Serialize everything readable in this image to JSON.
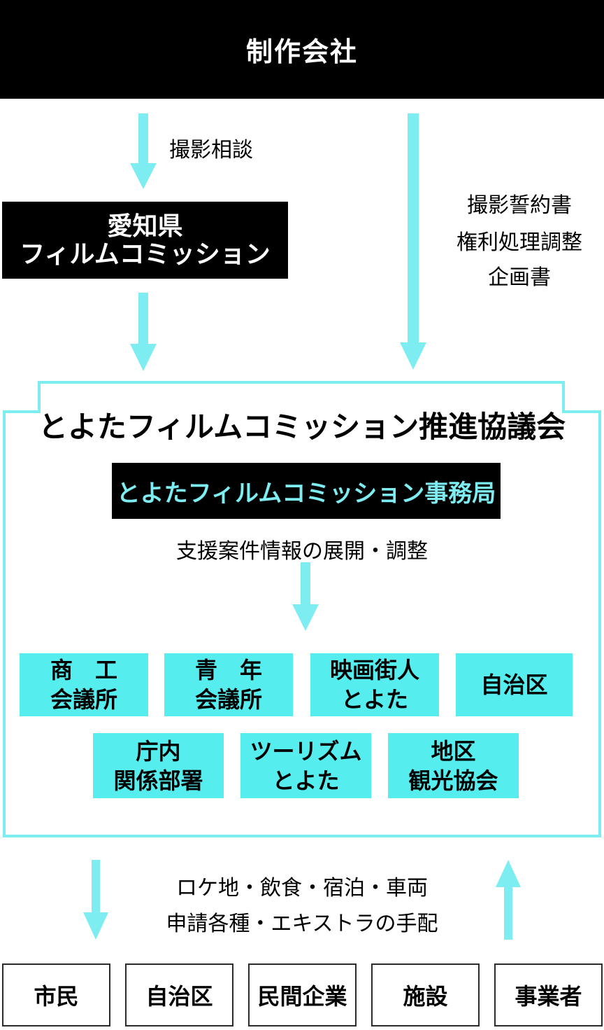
{
  "palette": {
    "cyan_box_fill": "#56EDEF",
    "cyan_accent": "#7DEDF2",
    "black": "#000000",
    "white": "#ffffff"
  },
  "header": {
    "production_company": "制作会社"
  },
  "flow_left": {
    "consult_label": "撮影相談",
    "aichi_box": {
      "line1": "愛知県",
      "line2": "フィルムコミッション"
    }
  },
  "flow_right": {
    "doc_labels": [
      "撮影誓約書",
      "権利処理調整",
      "企画書"
    ]
  },
  "council": {
    "title": "とよたフィルムコミッション推進協議会",
    "office": "とよたフィルムコミッション事務局",
    "subtitle": "支援案件情報の展開・調整",
    "members_row1": [
      {
        "line1": "商　工",
        "line2": "会議所"
      },
      {
        "line1": "青　年",
        "line2": "会議所"
      },
      {
        "line1": "映画街人",
        "line2": "とよた"
      },
      {
        "line1": "自治区",
        "line2": ""
      }
    ],
    "members_row2": [
      {
        "line1": "庁内",
        "line2": "関係部署"
      },
      {
        "line1": "ツーリズム",
        "line2": "とよた"
      },
      {
        "line1": "地区",
        "line2": "観光協会"
      }
    ]
  },
  "exchange": {
    "line1": "ロケ地・飲食・宿泊・車両",
    "line2": "申請各種・エキストラの手配"
  },
  "bottom_entities": [
    "市民",
    "自治区",
    "民間企業",
    "施設",
    "事業者"
  ]
}
